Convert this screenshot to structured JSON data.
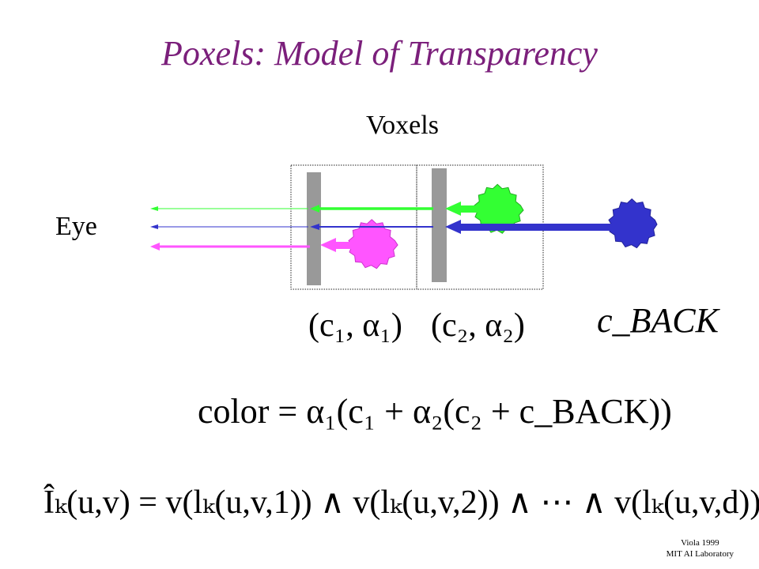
{
  "title": "Poxels: Model of Transparency",
  "labels": {
    "voxels": "Voxels",
    "eye": "Eye",
    "pair_1": "(c₁, α₁)",
    "pair_2": "(c₂, α₂)",
    "c_back": "c_BACK"
  },
  "formulas": {
    "color": "color = α₁(c₁ + α₂(c₂ + c_BACK))",
    "occupancy": "Îₖ(u,v) = v(lₖ(u,v,1)) ∧ v(lₖ(u,v,2)) ∧ ⋯ ∧ v(lₖ(u,v,d))"
  },
  "footer": {
    "line1": "Viola 1999",
    "line2": "MIT AI Laboratory"
  },
  "colors": {
    "title": "#7b1f7b",
    "green": "#33ff33",
    "blue": "#3333cc",
    "magenta": "#ff55ff",
    "plane": "#999999"
  }
}
